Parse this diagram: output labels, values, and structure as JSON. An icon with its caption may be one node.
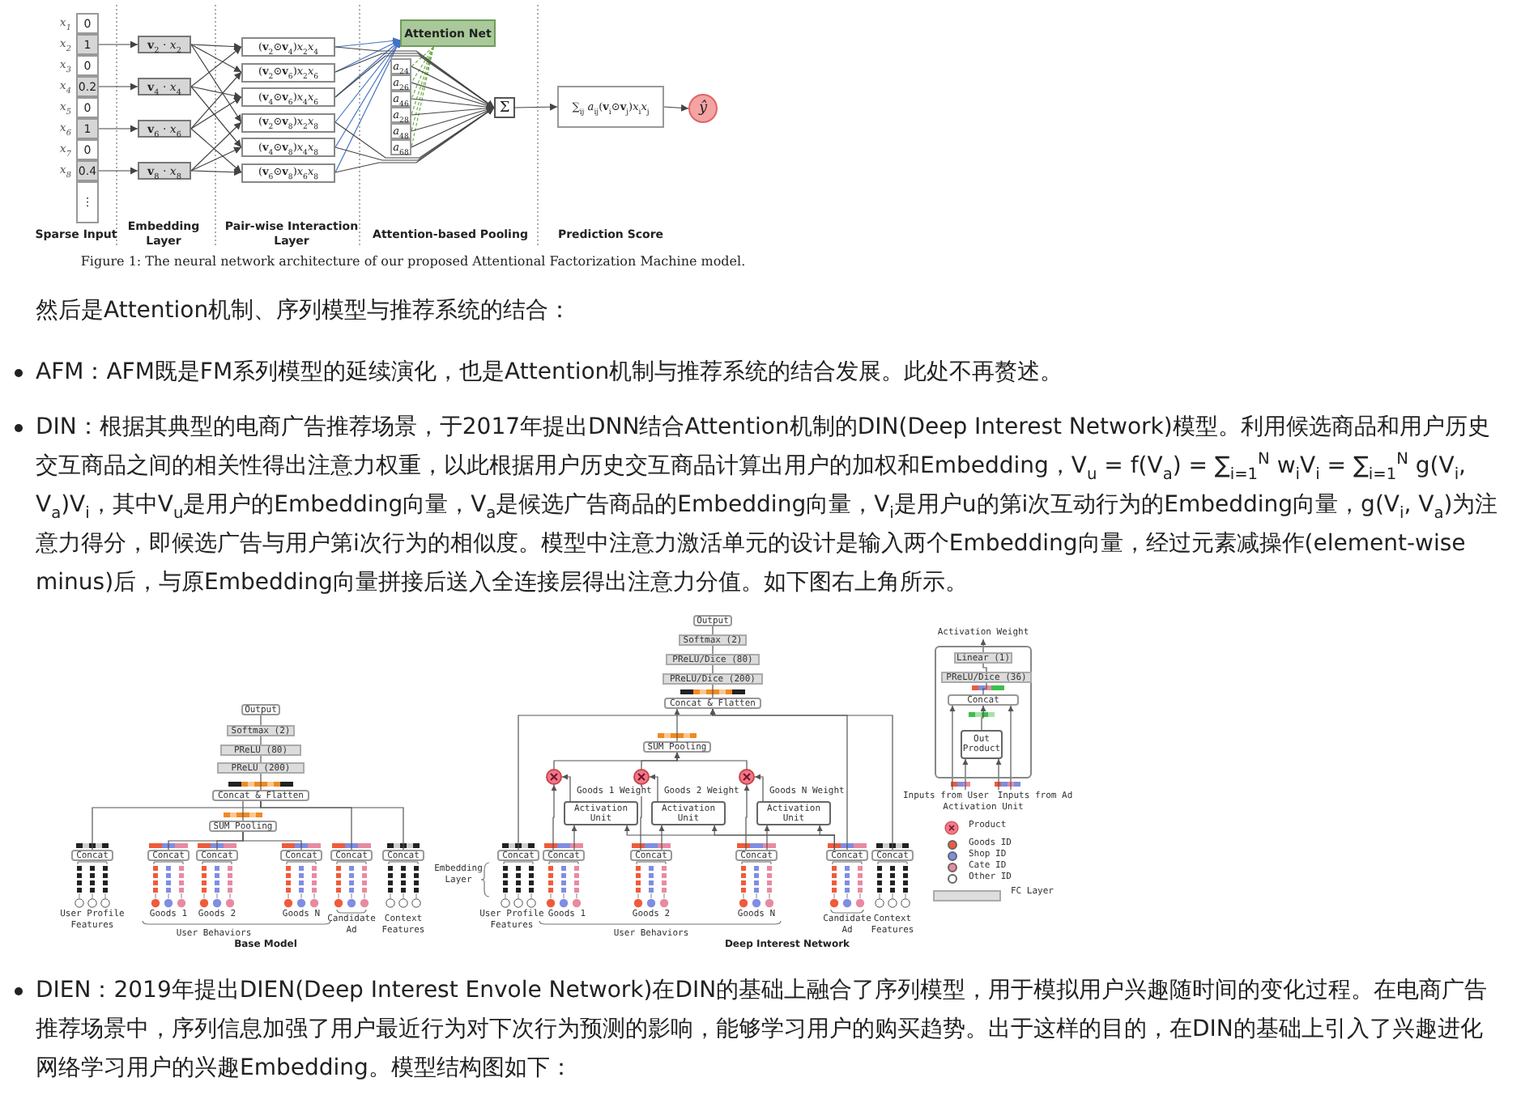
{
  "diagram": {
    "nodes": [
      {
        "text": [
          "0"
        ]
      },
      {
        "text": [
          "1"
        ]
      },
      {
        "text": [
          "0"
        ]
      },
      {
        "text": [
          "0.2"
        ]
      },
      {
        "text": [
          "0"
        ]
      },
      {
        "text": [
          "1"
        ]
      },
      {
        "text": [
          "0"
        ]
      },
      {
        "text": [
          "0.4"
        ]
      },
      {
        "text": [
          "⋮"
        ]
      },
      {
        "text": [
          "**v**$_{2}$ · *x*$_{2}$"
        ]
      },
      {
        "text": [
          "**v**$_{4}$ · *x*$_{4}$"
        ]
      },
      {
        "text": [
          "**v**$_{6}$ · *x*$_{6}$"
        ]
      },
      {
        "text": [
          "**v**$_{8}$ · *x*$_{8}$"
        ]
      },
      {
        "text": [
          "(**v**$_{2}$⊙**v**$_{4}$)*x*$_{2}$*x*$_{4}$"
        ]
      },
      {
        "text": [
          "(**v**$_{2}$⊙**v**$_{6}$)*x*$_{2}$*x*$_{6}$"
        ]
      },
      {
        "text": [
          "(**v**$_{4}$⊙**v**$_{6}$)*x*$_{4}$*x*$_{6}$"
        ]
      },
      {
        "text": [
          "(**v**$_{2}$⊙**v**$_{8}$)*x*$_{2}$*x*$_{8}$"
        ]
      },
      {
        "text": [
          "(**v**$_{4}$⊙**v**$_{8}$)*x*$_{4}$*x*$_{8}$"
        ]
      },
      {
        "text": [
          "(**v**$_{6}$⊙**v**$_{8}$)*x*$_{6}$*x*$_{8}$"
        ]
      },
      {
        "text": [
          "Attention Net"
        ]
      },
      {
        "text": [
          "*a*$_{24}$"
        ]
      },
      {
        "text": [
          "*a*$_{26}$"
        ]
      },
      {
        "text": [
          "*a*$_{46}$"
        ]
      },
      {
        "text": [
          "*a*$_{28}$"
        ]
      },
      {
        "text": [
          "*a*$_{48}$"
        ]
      },
      {
        "text": [
          "*a*$_{68}$"
        ]
      },
      {
        "text": [
          "Σ"
        ]
      },
      {
        "text": [
          "∑$_{ij}$ *a*$_{ij}$(**v**$_{i}$⊙**v**$_{j}$)*x*$_{i}$*x*$_{j}$"
        ]
      },
      {
        "text": [
          "ŷ"
        ]
      },
      {
        "text": [
          "Output"
        ]
      },
      {
        "text": [
          "Softmax (2)"
        ]
      },
      {
        "text": [
          "PReLU (80)"
        ]
      },
      {
        "text": [
          "PReLU (200)"
        ]
      },
      {
        "text": [
          "Concat & Flatten"
        ]
      },
      {
        "text": [
          "SUM Pooling"
        ]
      },
      {
        "text": [
          "Concat"
        ]
      },
      {
        "text": [
          "Concat"
        ]
      },
      {
        "text": [
          "Concat"
        ]
      },
      {
        "text": [
          "Concat"
        ]
      },
      {
        "text": [
          "Concat"
        ]
      },
      {
        "text": [
          "Concat"
        ]
      },
      {
        "text": [
          "Output"
        ]
      },
      {
        "text": [
          "Softmax (2)"
        ]
      },
      {
        "text": [
          "PReLU/Dice (80)"
        ]
      },
      {
        "text": [
          "PReLU/Dice (200)"
        ]
      },
      {
        "text": [
          "Concat & Flatten"
        ]
      },
      {
        "text": [
          "SUM Pooling"
        ]
      },
      {
        "text": [],
        "shape": "circle"
      },
      {
        "text": [],
        "shape": "circle"
      },
      {
        "text": [],
        "shape": "circle"
      },
      {
        "text": [
          "Activation Unit"
        ]
      },
      {
        "text": [
          "Activation Unit"
        ]
      },
      {
        "text": [
          "Activation Unit"
        ]
      },
      {
        "text": [
          "Concat"
        ]
      },
      {
        "text": [
          "Concat"
        ]
      },
      {
        "text": [
          "Concat"
        ]
      },
      {
        "text": [
          "Concat"
        ]
      },
      {
        "text": [
          "Concat"
        ]
      },
      {
        "text": [
          "Concat"
        ]
      },
      {
        "text": [
          "Activation Weight"
        ]
      },
      {
        "text": [],
        "shape": "box"
      },
      {
        "text": [
          "Linear (1)"
        ],
        "in": 60
      },
      {
        "text": [
          "PReLU/Dice (36)"
        ],
        "in": 60
      },
      {
        "text": [
          "Concat"
        ],
        "in": 60
      },
      {
        "text": [
          "Out Product"
        ],
        "in": 60
      },
      {
        "text": [
          "Inputs from User"
        ]
      },
      {
        "text": [
          "Inputs from Ad"
        ]
      }
    ],
    "edges": [
      {
        "from": 1,
        "to": 9,
        "arrow": "to"
      },
      {
        "from": 3,
        "to": 10,
        "arrow": "to"
      },
      {
        "from": 5,
        "to": 11,
        "arrow": "to"
      },
      {
        "from": 7,
        "to": 12,
        "arrow": "to"
      },
      {
        "from": 9,
        "to": 13,
        "arrow": "to"
      },
      {
        "from": 10,
        "to": 13,
        "arrow": "to"
      },
      {
        "from": 9,
        "to": 14,
        "arrow": "to"
      },
      {
        "from": 11,
        "to": 14,
        "arrow": "to"
      },
      {
        "from": 10,
        "to": 15,
        "arrow": "to"
      },
      {
        "from": 11,
        "to": 15,
        "arrow": "to"
      },
      {
        "from": 9,
        "to": 16,
        "arrow": "to"
      },
      {
        "from": 12,
        "to": 16,
        "arrow": "to"
      },
      {
        "from": 10,
        "to": 17,
        "arrow": "to"
      },
      {
        "from": 12,
        "to": 17,
        "arrow": "to"
      },
      {
        "from": 11,
        "to": 18,
        "arrow": "to"
      },
      {
        "from": 12,
        "to": 18,
        "arrow": "to"
      },
      {
        "from": 13,
        "to": 19,
        "arrow": "to",
        "color": "#4472c4"
      },
      {
        "from": 14,
        "to": 19,
        "arrow": "to",
        "color": "#4472c4"
      },
      {
        "from": 15,
        "to": 19,
        "arrow": "to",
        "color": "#4472c4"
      },
      {
        "from": 16,
        "to": 19,
        "arrow": "to",
        "color": "#4472c4"
      },
      {
        "from": 17,
        "to": 19,
        "arrow": "to",
        "color": "#4472c4"
      },
      {
        "from": 18,
        "to": 19,
        "arrow": "to",
        "color": "#4472c4"
      },
      {
        "from": 19,
        "to": 20,
        "arrow": "none",
        "style": "dashed",
        "color": "#70ad47"
      },
      {
        "from": 19,
        "to": 21,
        "arrow": "none",
        "style": "dashed",
        "color": "#70ad47"
      },
      {
        "from": 19,
        "to": 22,
        "arrow": "none",
        "style": "dashed",
        "color": "#70ad47"
      },
      {
        "from": 19,
        "to": 23,
        "arrow": "none",
        "style": "dashed",
        "color": "#70ad47"
      },
      {
        "from": 19,
        "to": 24,
        "arrow": "none",
        "style": "dashed",
        "color": "#70ad47"
      },
      {
        "from": 19,
        "to": 25,
        "arrow": "none",
        "style": "dashed",
        "color": "#70ad47"
      },
      {
        "from": 13,
        "to": 26,
        "arrow": "to"
      },
      {
        "from": 14,
        "to": 26,
        "arrow": "to"
      },
      {
        "from": 15,
        "to": 26,
        "arrow": "to"
      },
      {
        "from": 16,
        "to": 26,
        "arrow": "to"
      },
      {
        "from": 17,
        "to": 26,
        "arrow": "to"
      },
      {
        "from": 18,
        "to": 26,
        "arrow": "to"
      },
      {
        "from": 20,
        "to": 26,
        "arrow": "to"
      },
      {
        "from": 21,
        "to": 26,
        "arrow": "to"
      },
      {
        "from": 22,
        "to": 26,
        "arrow": "to"
      },
      {
        "from": 23,
        "to": 26,
        "arrow": "to"
      },
      {
        "from": 24,
        "to": 26,
        "arrow": "to"
      },
      {
        "from": 25,
        "to": 26,
        "arrow": "to"
      },
      {
        "from": 26,
        "to": 27,
        "arrow": "to"
      },
      {
        "from": 27,
        "to": 28,
        "arrow": "to"
      },
      {
        "from": 33,
        "to": 32,
        "arrow": "none"
      },
      {
        "from": 32,
        "to": 31,
        "arrow": "none"
      },
      {
        "from": 31,
        "to": 30,
        "arrow": "none"
      },
      {
        "from": 30,
        "to": 29,
        "arrow": "none"
      },
      {
        "from": 34,
        "to": 33,
        "arrow": "none"
      },
      {
        "from": 36,
        "to": 34,
        "arrow": "none"
      },
      {
        "from": 37,
        "to": 34,
        "arrow": "none"
      },
      {
        "from": 38,
        "to": 34,
        "arrow": "none"
      },
      {
        "from": 35,
        "to": 33,
        "arrow": "none"
      },
      {
        "from": 39,
        "to": 33,
        "arrow": "none"
      },
      {
        "from": 40,
        "to": 33,
        "arrow": "none"
      },
      {
        "from": 45,
        "to": 44,
        "arrow": "none"
      },
      {
        "from": 44,
        "to": 43,
        "arrow": "none"
      },
      {
        "from": 43,
        "to": 42,
        "arrow": "none"
      },
      {
        "from": 42,
        "to": 41,
        "arrow": "none"
      },
      {
        "from": 46,
        "to": 45,
        "arrow": "to"
      },
      {
        "from": 47,
        "to": 46,
        "arrow": "to"
      },
      {
        "from": 48,
        "to": 46,
        "arrow": "to"
      },
      {
        "from": 49,
        "to": 46,
        "arrow": "to"
      },
      {
        "from": 50,
        "to": 47,
        "arrow": "to",
        "label": "Goods 1 Weight"
      },
      {
        "from": 51,
        "to": 48,
        "arrow": "to",
        "label": "Goods 2 Weight"
      },
      {
        "from": 52,
        "to": 49,
        "arrow": "to",
        "label": "Goods N Weight"
      },
      {
        "from": 54,
        "to": 50,
        "arrow": "to"
      },
      {
        "from": 55,
        "to": 51,
        "arrow": "to"
      },
      {
        "from": 56,
        "to": 52,
        "arrow": "to"
      },
      {
        "from": 54,
        "to": 47,
        "arrow": "to"
      },
      {
        "from": 55,
        "to": 48,
        "arrow": "to"
      },
      {
        "from": 56,
        "to": 49,
        "arrow": "to"
      },
      {
        "from": 57,
        "to": 50,
        "arrow": "to"
      },
      {
        "from": 57,
        "to": 51,
        "arrow": "to"
      },
      {
        "from": 57,
        "to": 52,
        "arrow": "to"
      },
      {
        "from": 53,
        "to": 45,
        "arrow": "to"
      },
      {
        "from": 57,
        "to": 45,
        "arrow": "to"
      },
      {
        "from": 58,
        "to": 45,
        "arrow": "to"
      },
      {
        "from": 64,
        "to": 63,
        "arrow": "to"
      },
      {
        "from": 63,
        "to": 62,
        "arrow": "none"
      },
      {
        "from": 62,
        "to": 61,
        "arrow": "none"
      },
      {
        "from": 61,
        "to": 59,
        "arrow": "to"
      },
      {
        "from": 65,
        "to": 64,
        "arrow": "to"
      },
      {
        "from": 65,
        "to": 63,
        "arrow": "to"
      },
      {
        "from": 66,
        "to": 64,
        "arrow": "to"
      },
      {
        "from": 66,
        "to": 63,
        "arrow": "to"
      }
    ],
    "labels": [
      "x$_{1}$",
      "x$_{2}$",
      "x$_{3}$",
      "x$_{4}$",
      "x$_{5}$",
      "x$_{6}$",
      "x$_{7}$",
      "x$_{8}$",
      "Sparse Input",
      "Embedding Layer",
      "Pair-wise Interaction Layer",
      "Attention-based Pooling",
      "Prediction Score",
      "Figure 1: The neural network architecture of our proposed Attentional Factorization Machine model.",
      "然后是Attention机制、序列模型与推荐系统的结合：",
      "AFM：AFM既是FM系列模型的延续演化，也是Attention机制与推荐系统的结合发展。此处不再赘述。",
      "DIN：根据其典型的电商广告推荐场景，于2017年提出DNN结合Attention机制的DIN(Deep Interest Network)模型。利用候选商品和用户历史交互商品之间的相关性得出注意力权重，以此根据用户历史交互商品计算出用户的加权和Embedding，V$_{u}$ = f(V$_{a}$) = ∑$_{i=1}$$^{N}$ w$_{i}$V$_{i}$ = ∑$_{i=1}$$^{N}$ g(V$_{i}$, V$_{a}$)V$_{i}$，其中V$_{u}$是用户的Embedding向量，V$_{a}$是候选广告商品的Embedding向量，V$_{i}$是用户u的第i次互动行为的Embedding向量，g(V$_{i}$, V$_{a}$)为注意力得分，即候选广告与用户第i次行为的相似度。模型中注意力激活单元的设计是输入两个Embedding向量，经过元素减操作(element-wise minus)后，与原Embedding向量拼接后送入全连接层得出注意力分值。如下图右上角所示。",
      "User Profile Features",
      "Goods 1",
      "Goods 2",
      "Goods N",
      "User Behaviors",
      "Candidate Ad",
      "Context Features",
      "Embedding Layer",
      "Base Model",
      "User Profile Features",
      "Goods 1",
      "Goods 2",
      "Goods N",
      "User Behaviors",
      "Candidate Ad",
      "Context Features",
      "Deep Interest Network",
      "Activation Unit",
      "DIEN：2019年提出DIEN(Deep Interest Envole Network)在DIN的基础上融合了序列模型，用于模拟用户兴趣随时间的变化过程。在电商广告推荐场景中，序列信息加强了用户最近行为对下次行为预测的影响，能够学习用户的购买趋势。出于这样的目的，在DIN的基础上引入了兴趣进化网络学习用户的兴趣Embedding。模型结构图如下："
    ],
    "legend": [
      {
        "text": "Product"
      },
      {
        "text": "Goods ID",
        "color": "#ef5b3b"
      },
      {
        "text": "Shop ID",
        "color": "#7f8de3"
      },
      {
        "text": "Cate ID",
        "color": "#e88aa2"
      },
      {
        "text": "Other ID",
        "color": "#ffffff"
      },
      {
        "text": "FC Layer",
        "color": "#dddddd"
      }
    ]
  }
}
